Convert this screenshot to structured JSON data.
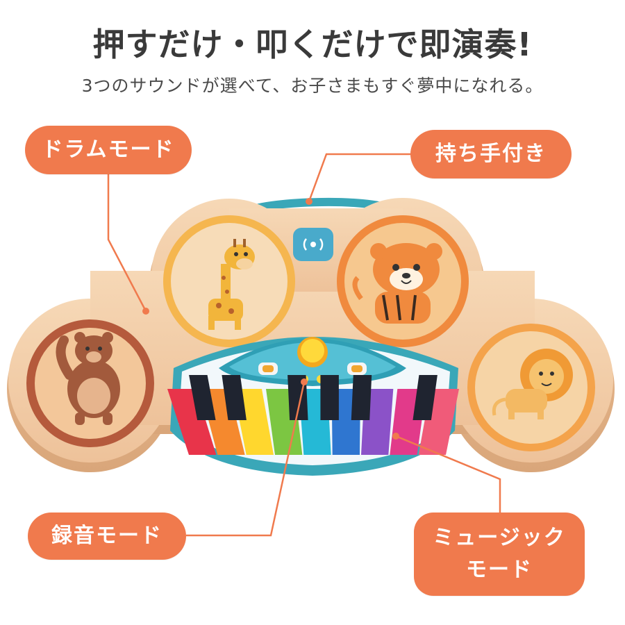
{
  "headline": "押すだけ・叩くだけで即演奏!",
  "subline": "3つのサウンドが選べて、お子さまもすぐ夢中になれる。",
  "callouts": {
    "drum_mode": "ドラムモード",
    "handle": "持ち手付き",
    "record_mode": "録音モード",
    "music_mode_line1": "ミュージック",
    "music_mode_line2": "モード"
  },
  "colors": {
    "callout": "#f07a4d",
    "wood": "#f2c9a0",
    "frame": "#3aa7b8",
    "leader_line": "#f07a4d"
  },
  "icons": [
    "speaker-icon",
    "play-button-icon",
    "giraffe-icon",
    "bear-icon",
    "tiger-icon",
    "lion-icon"
  ],
  "piano_key_colors": [
    "#e8344a",
    "#f5892e",
    "#ffd72e",
    "#7cc642",
    "#25b9d6",
    "#2f76d0",
    "#8b52c8",
    "#e23a8a",
    "#f05b79"
  ]
}
